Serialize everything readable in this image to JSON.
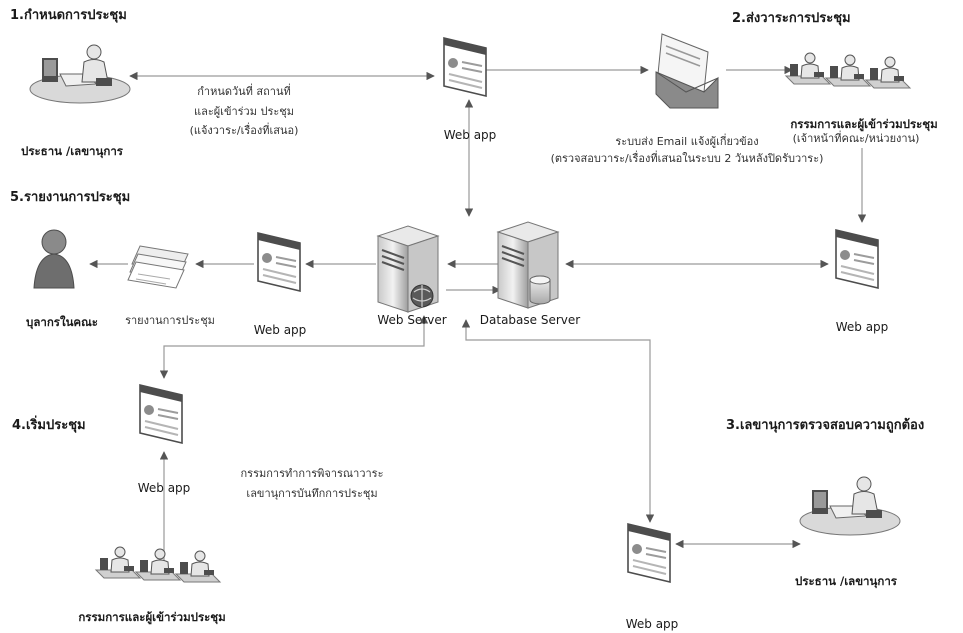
{
  "steps": {
    "step1": "1.กำหนดการประชุม",
    "step2": "2.ส่งวาระการประชุม",
    "step3": "3.เลขานุการตรวจสอบความถูกต้อง",
    "step4": "4.เริ่มประชุม",
    "step5": "5.รายงานการประชุม"
  },
  "labels": {
    "chair_secretary_top": "ประธาน /เลขานุการ",
    "chair_secretary_bottom": "ประธาน /เลขานุการ",
    "committee_top": "กรรมการและผู้เข้าร่วมประชุม",
    "committee_top_note": "(เจ้าหน้าที่คณะ/หน่วยงาน)",
    "committee_bottom": "กรรมการและผู้เข้าร่วมประชุม",
    "faculty_staff": "บุลากรในคณะ",
    "meeting_report": "รายงานการประชุม",
    "web_server": "Web Server",
    "database_server": "Database Server",
    "web_app_top": "Web app",
    "web_app_right": "Web app",
    "web_app_left": "Web app",
    "web_app_mid_left": "Web app",
    "web_app_bottom": "Web app"
  },
  "notes": {
    "schedule_line1": "กำหนดวันที่ สถานที่",
    "schedule_line2": "และผู้เข้าร่วม ประชุม",
    "schedule_line3": "(แจ้งวาระ/เรื่องที่เสนอ)",
    "email_line1": "ระบบส่ง Email แจ้งผู้เกี่ยวข้อง",
    "email_line2": "(ตรวจสอบวาระ/เรื่องที่เสนอในระบบ 2 วันหลังปิดรับวาระ)",
    "meeting_line1": "กรรมการทำการพิจารณาวาระ",
    "meeting_line2": "เลขานุการบันทึกการประชุม"
  },
  "colors": {
    "line": "#9a9a9a",
    "icon_dark": "#4d4d4d",
    "icon_mid": "#8c8c8c",
    "icon_light": "#d9d9d9"
  },
  "icons": [
    "computer-user-icon",
    "web-app-window-icon",
    "email-envelope-icon",
    "meeting-group-icon",
    "person-icon",
    "documents-stack-icon",
    "web-server-icon",
    "database-server-icon"
  ]
}
